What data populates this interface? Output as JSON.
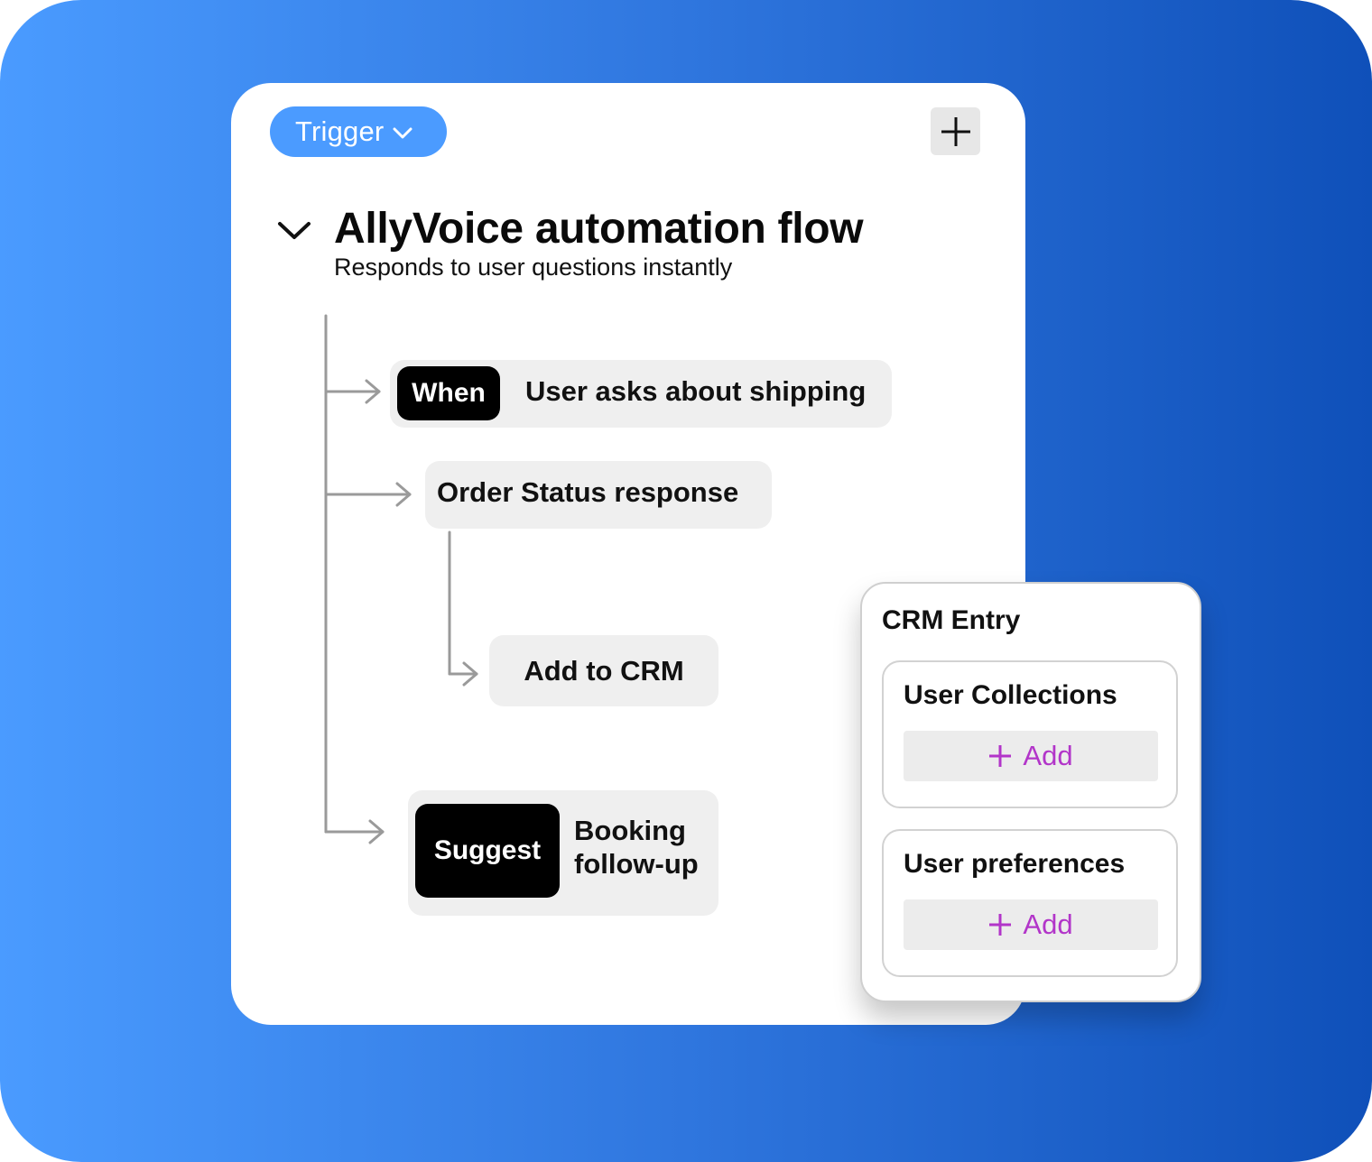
{
  "colors": {
    "background_start": "#4a9bff",
    "background_end": "#0f50b9",
    "trigger_pill": "#4b9bff",
    "node_fill": "#efefef",
    "tag_fill": "#000000",
    "add_accent": "#b235c9",
    "connector": "#9a9a9a"
  },
  "header": {
    "trigger_label": "Trigger",
    "trigger_icon": "chevron-down-icon",
    "add_icon": "plus-icon"
  },
  "flow": {
    "title": "AllyVoice automation flow",
    "subtitle": "Responds to user questions instantly",
    "collapse_icon": "chevron-down-icon"
  },
  "nodes": {
    "when": {
      "tag": "When",
      "text": "User asks about shipping"
    },
    "order": {
      "text": "Order Status response"
    },
    "crm": {
      "text": "Add to CRM"
    },
    "suggest": {
      "tag": "Suggest",
      "text": "Booking follow-up"
    }
  },
  "crm_panel": {
    "title": "CRM Entry",
    "collections": [
      {
        "title": "User Collections",
        "add_label": "Add",
        "add_icon": "plus-icon"
      },
      {
        "title": "User preferences",
        "add_label": "Add",
        "add_icon": "plus-icon"
      }
    ]
  }
}
